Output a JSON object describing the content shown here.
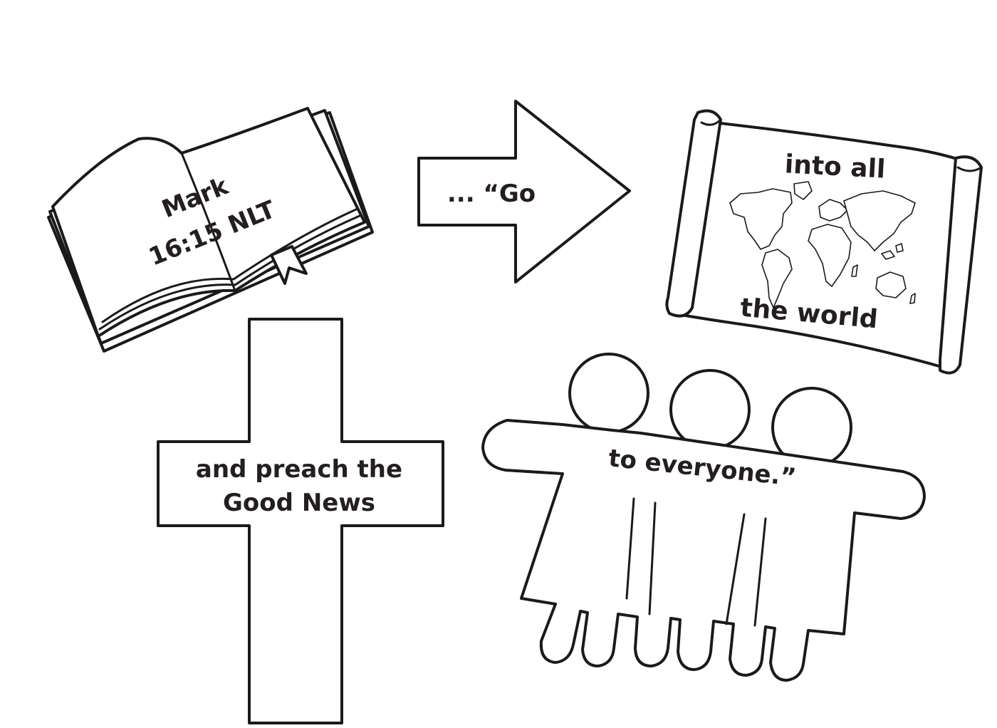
{
  "colors": {
    "ink": "#1a1a1a",
    "text": "#231f20",
    "paper": "#ffffff"
  },
  "panels": {
    "bible": {
      "icon": "open-bible-icon",
      "line1": "Mark",
      "line2": "16:15 NLT"
    },
    "arrow": {
      "icon": "right-arrow-icon",
      "text": "... “Go"
    },
    "scroll": {
      "icon": "scroll-world-map-icon",
      "top_text": "into all",
      "bottom_text": "the world"
    },
    "cross": {
      "icon": "cross-icon",
      "line1": "and preach the",
      "line2": "Good News"
    },
    "people": {
      "icon": "paper-people-chain-icon",
      "text": "to everyone.”"
    }
  }
}
